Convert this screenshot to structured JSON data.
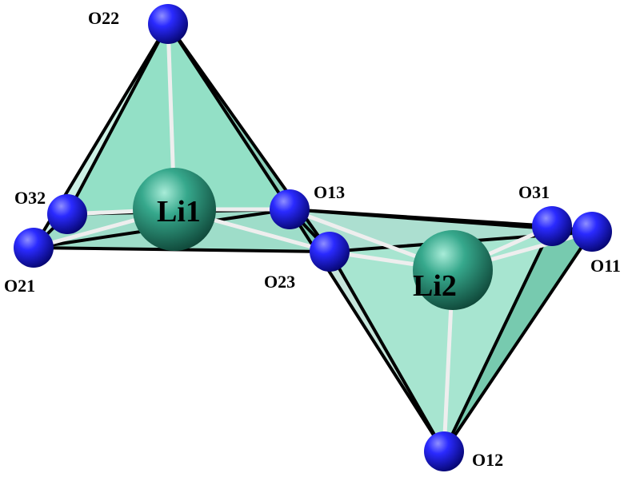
{
  "atoms": [
    {
      "id": "O22",
      "label": "O22",
      "element": "O"
    },
    {
      "id": "O32",
      "label": "O32",
      "element": "O"
    },
    {
      "id": "O21",
      "label": "O21",
      "element": "O"
    },
    {
      "id": "O13",
      "label": "O13",
      "element": "O"
    },
    {
      "id": "O23",
      "label": "O23",
      "element": "O"
    },
    {
      "id": "O31",
      "label": "O31",
      "element": "O"
    },
    {
      "id": "O11",
      "label": "O11",
      "element": "O"
    },
    {
      "id": "O12",
      "label": "O12",
      "element": "O"
    },
    {
      "id": "Li1",
      "label": "Li1",
      "element": "Li"
    },
    {
      "id": "Li2",
      "label": "Li2",
      "element": "Li"
    }
  ],
  "bonds": [
    [
      "Li1",
      "O22"
    ],
    [
      "Li1",
      "O32"
    ],
    [
      "Li1",
      "O13"
    ],
    [
      "Li1",
      "O23"
    ],
    [
      "Li1",
      "O21"
    ],
    [
      "Li2",
      "O23"
    ],
    [
      "Li2",
      "O31"
    ],
    [
      "Li2",
      "O12"
    ],
    [
      "Li2",
      "O13"
    ],
    [
      "Li2",
      "O11"
    ]
  ],
  "colors": {
    "oxygen": "#1a1aff",
    "lithium": "#2a9a80",
    "polyhedron_fill": "#5fcfa9",
    "edge": "#000000",
    "bond": "#f0f0f0"
  }
}
